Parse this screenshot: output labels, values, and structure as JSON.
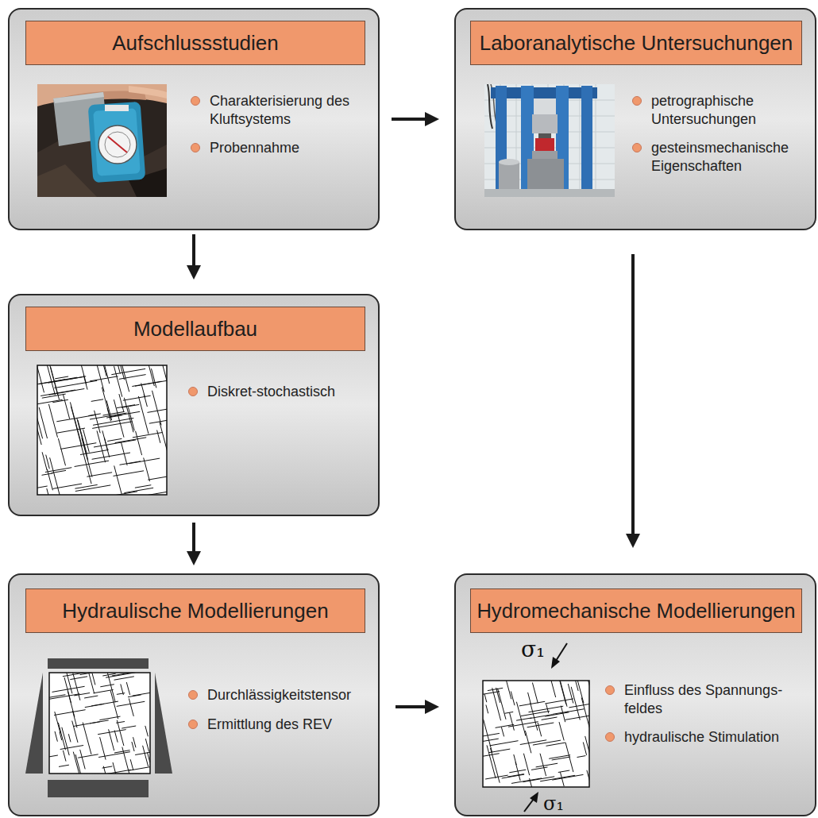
{
  "diagram": {
    "nodes": [
      {
        "text": [
          "Charakterisierung des Kluftsystems",
          "Probennahme"
        ]
      },
      {
        "text": [
          "Aufschlussstudien"
        ],
        "in": 0
      },
      {
        "text": [
          "petrographische Untersuchungen",
          "gesteinsmechanische Eigenschaften"
        ]
      },
      {
        "text": [
          "Laboranalytische Untersuchungen"
        ],
        "in": 2
      },
      {
        "text": [
          "Diskret-stochastisch"
        ]
      },
      {
        "text": [
          "Modellaufbau"
        ],
        "in": 4
      },
      {
        "text": [
          "Durchlässigkeitstensor",
          "Ermittlung des REV"
        ]
      },
      {
        "text": [
          "Hydraulische Modellierungen"
        ],
        "in": 6
      },
      {
        "text": [
          "Einfluss des Spannungs- feldes",
          "hydraulische Stimulation"
        ]
      },
      {
        "text": [
          "Hydromechanische Modellierungen"
        ],
        "in": 8
      }
    ],
    "edges": [
      {
        "from": 0,
        "to": 2,
        "arrow": "to"
      },
      {
        "from": 0,
        "to": 4,
        "arrow": "to"
      },
      {
        "from": 2,
        "to": 8,
        "arrow": "to"
      },
      {
        "from": 4,
        "to": 6,
        "arrow": "to"
      },
      {
        "from": 6,
        "to": 8,
        "arrow": "to"
      }
    ],
    "labels": [
      "σ₁",
      "σ₁"
    ]
  }
}
